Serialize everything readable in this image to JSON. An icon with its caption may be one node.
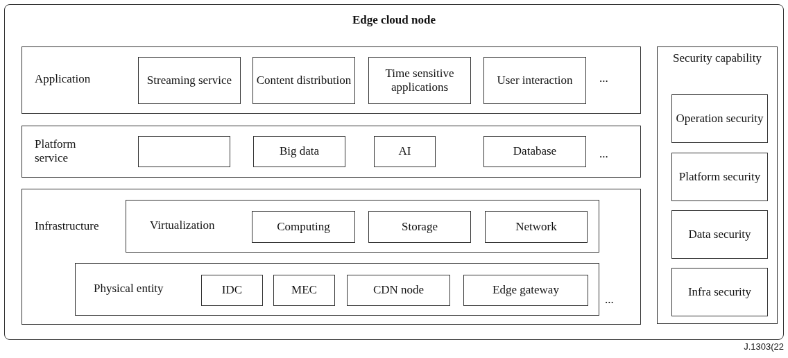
{
  "diagram": {
    "nodes": [
      {
        "text": [
          "Edge cloud node"
        ]
      },
      {
        "text": [
          "Application"
        ],
        "in": 0
      },
      {
        "text": [
          "Streaming service"
        ],
        "in": 1
      },
      {
        "text": [
          "Content distribution"
        ],
        "in": 1
      },
      {
        "text": [
          "Time sensitive applications"
        ],
        "in": 1
      },
      {
        "text": [
          "User interaction"
        ],
        "in": 1
      },
      {
        "text": [
          "Platform service"
        ],
        "in": 0
      },
      {
        "text": [],
        "shape": "box",
        "in": 6
      },
      {
        "text": [
          "Big data"
        ],
        "in": 6
      },
      {
        "text": [
          "AI"
        ],
        "in": 6
      },
      {
        "text": [
          "Database"
        ],
        "in": 6
      },
      {
        "text": [
          "Infrastructure"
        ],
        "in": 0
      },
      {
        "text": [
          "Virtualization"
        ],
        "in": 11
      },
      {
        "text": [
          "Computing"
        ],
        "in": 12
      },
      {
        "text": [
          "Storage"
        ],
        "in": 12
      },
      {
        "text": [
          "Network"
        ],
        "in": 12
      },
      {
        "text": [
          "Physical entity"
        ],
        "in": 11
      },
      {
        "text": [
          "IDC"
        ],
        "in": 16
      },
      {
        "text": [
          "MEC"
        ],
        "in": 16
      },
      {
        "text": [
          "CDN node"
        ],
        "in": 16
      },
      {
        "text": [
          "Edge gateway"
        ],
        "in": 16
      },
      {
        "text": [
          "Security capability"
        ],
        "in": 0
      },
      {
        "text": [
          "Operation security"
        ],
        "in": 21
      },
      {
        "text": [
          "Platform security"
        ],
        "in": 21
      },
      {
        "text": [
          "Data security"
        ],
        "in": 21
      },
      {
        "text": [
          "Infra security"
        ],
        "in": 21
      }
    ],
    "edges": [],
    "labels": [
      "...",
      "...",
      "...",
      "J.1303(22"
    ]
  }
}
